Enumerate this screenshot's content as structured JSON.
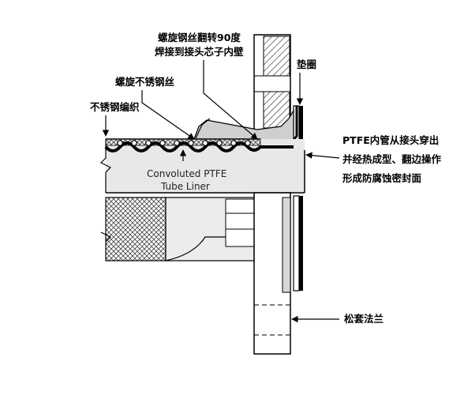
{
  "labels": {
    "wire_turn_line1": "螺旋钢丝翻转90度",
    "wire_turn_line2": "焊接到接头芯子内壁",
    "gasket": "垫圈",
    "spiral_wire": "螺旋不锈钢丝",
    "braid": "不锈钢编织",
    "ptfe_line1": "PTFE内管从接头穿出",
    "ptfe_line2": "并经热成型、翻边操作",
    "ptfe_line3": "形成防腐蚀密封面",
    "liner_line1": "Convoluted PTFE",
    "liner_line2": "Tube Liner",
    "flange": "松套法兰"
  },
  "colors": {
    "ink": "#000000",
    "hatch": "#333333",
    "shade": "#cccccc",
    "panel": "#e6e6e6",
    "paper": "#ffffff"
  }
}
